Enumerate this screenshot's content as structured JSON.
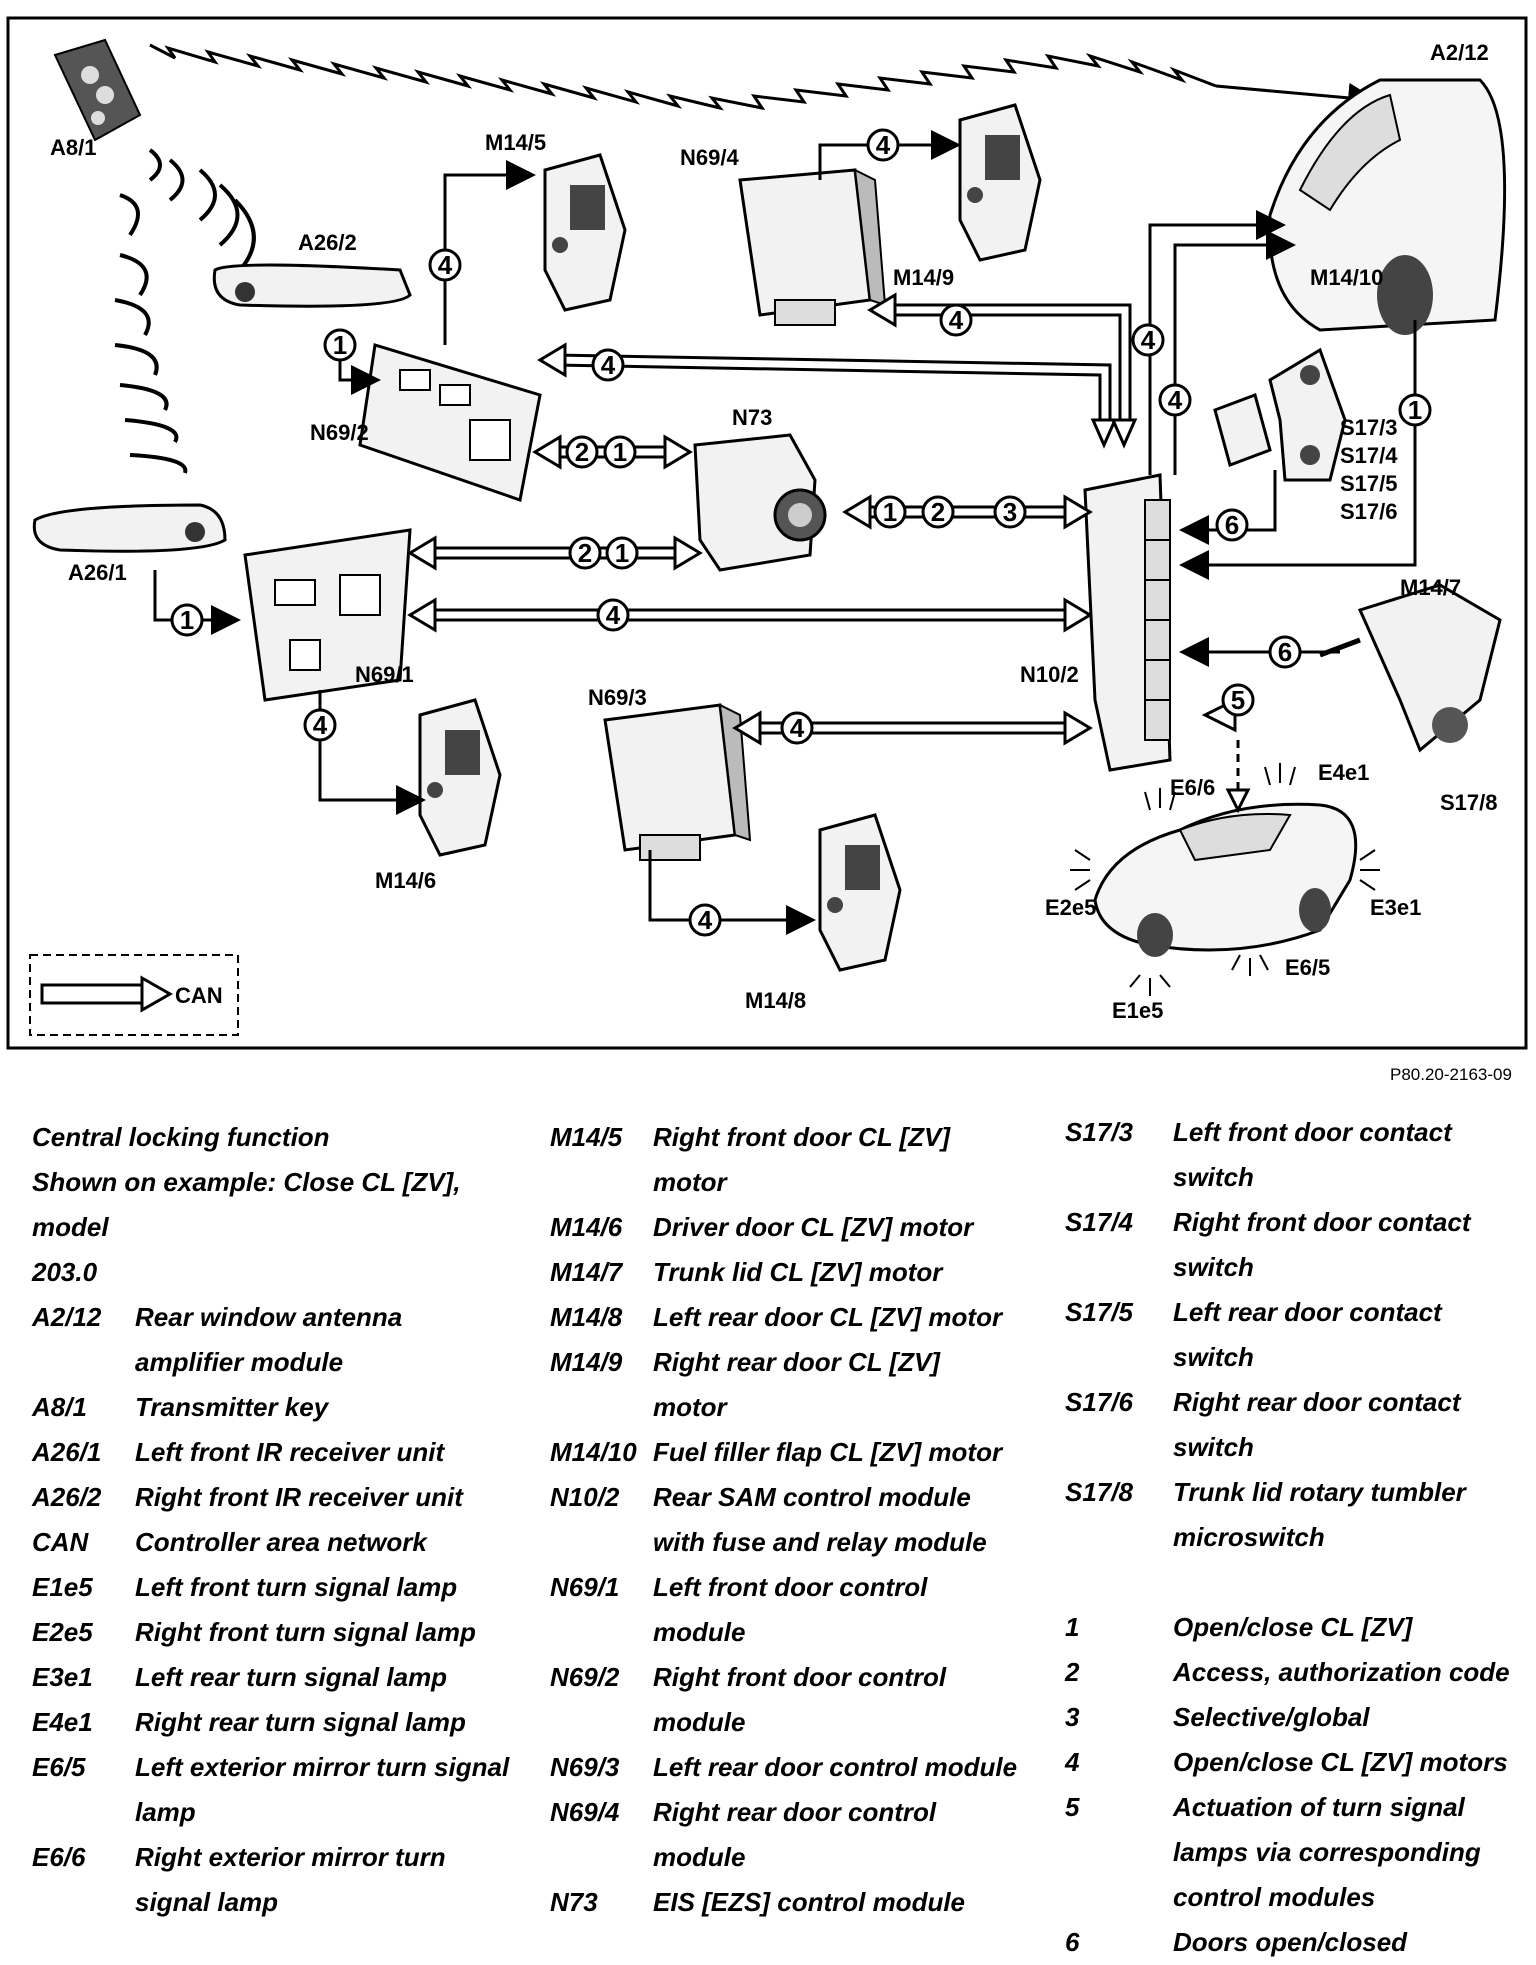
{
  "diagram": {
    "ref_code": "P80.20-2163-09",
    "labels": {
      "A8_1": "A8/1",
      "A2_12": "A2/12",
      "M14_5": "M14/5",
      "N69_4": "N69/4",
      "M14_9": "M14/9",
      "M14_10": "M14/10",
      "A26_2": "A26/2",
      "N69_2": "N69/2",
      "N73": "N73",
      "A26_1": "A26/1",
      "N69_1": "N69/1",
      "N10_2": "N10/2",
      "S17_3": "S17/3",
      "S17_4": "S17/4",
      "S17_5": "S17/5",
      "S17_6": "S17/6",
      "M14_7": "M14/7",
      "S17_8": "S17/8",
      "N69_3": "N69/3",
      "M14_6": "M14/6",
      "M14_8": "M14/8",
      "E6_6": "E6/6",
      "E4e1": "E4e1",
      "E2e5": "E2e5",
      "E3e1": "E3e1",
      "E6_5": "E6/5",
      "E1e5": "E1e5",
      "CAN": "CAN"
    },
    "numbers": {
      "n1": "1",
      "n2": "2",
      "n3": "3",
      "n4": "4",
      "n5": "5",
      "n6": "6"
    }
  },
  "legend": {
    "title_line1": "Central locking function",
    "title_line2": "Shown on example: Close CL [ZV], model",
    "title_line3": "203.0",
    "col1": [
      {
        "code": "A2/12",
        "desc": "Rear window antenna amplifier module"
      },
      {
        "code": "A8/1",
        "desc": "Transmitter key"
      },
      {
        "code": "A26/1",
        "desc": "Left front IR receiver unit"
      },
      {
        "code": "A26/2",
        "desc": "Right front IR receiver unit"
      },
      {
        "code": "CAN",
        "desc": "Controller area network"
      },
      {
        "code": "E1e5",
        "desc": "Left front turn signal lamp"
      },
      {
        "code": "E2e5",
        "desc": "Right front turn signal lamp"
      },
      {
        "code": "E3e1",
        "desc": "Left rear turn signal lamp"
      },
      {
        "code": "E4e1",
        "desc": "Right rear turn signal lamp"
      },
      {
        "code": "E6/5",
        "desc": "Left exterior mirror turn signal lamp"
      },
      {
        "code": "E6/6",
        "desc": "Right exterior mirror turn signal lamp"
      }
    ],
    "col2": [
      {
        "code": "M14/5",
        "desc": "Right front door CL [ZV] motor"
      },
      {
        "code": "M14/6",
        "desc": "Driver door CL [ZV] motor"
      },
      {
        "code": "M14/7",
        "desc": "Trunk lid CL [ZV] motor"
      },
      {
        "code": "M14/8",
        "desc": "Left rear door CL [ZV] motor"
      },
      {
        "code": "M14/9",
        "desc": "Right rear door CL [ZV] motor"
      },
      {
        "code": "M14/10",
        "desc": "Fuel filler flap CL [ZV] motor"
      },
      {
        "code": "N10/2",
        "desc": "Rear SAM control module with fuse and relay module"
      },
      {
        "code": "N69/1",
        "desc": "Left front door control module"
      },
      {
        "code": "N69/2",
        "desc": "Right front door control module"
      },
      {
        "code": "N69/3",
        "desc": "Left rear door control module"
      },
      {
        "code": "N69/4",
        "desc": "Right rear door control module"
      },
      {
        "code": "N73",
        "desc": "EIS [EZS] control module"
      }
    ],
    "col3": [
      {
        "code": "S17/3",
        "desc": "Left front door contact switch"
      },
      {
        "code": "S17/4",
        "desc": "Right front door contact switch"
      },
      {
        "code": "S17/5",
        "desc": "Left rear door contact switch"
      },
      {
        "code": "S17/6",
        "desc": "Right rear door contact switch"
      },
      {
        "code": "S17/8",
        "desc": "Trunk lid rotary tumbler microswitch"
      }
    ],
    "col3_numbers": [
      {
        "code": "1",
        "desc": "Open/close CL [ZV]"
      },
      {
        "code": "2",
        "desc": "Access, authorization code"
      },
      {
        "code": "3",
        "desc": "Selective/global"
      },
      {
        "code": "4",
        "desc": "Open/close CL [ZV] motors"
      },
      {
        "code": "5",
        "desc": "Actuation of turn signal lamps via corresponding control modules"
      },
      {
        "code": "6",
        "desc": "Doors open/closed"
      }
    ]
  }
}
